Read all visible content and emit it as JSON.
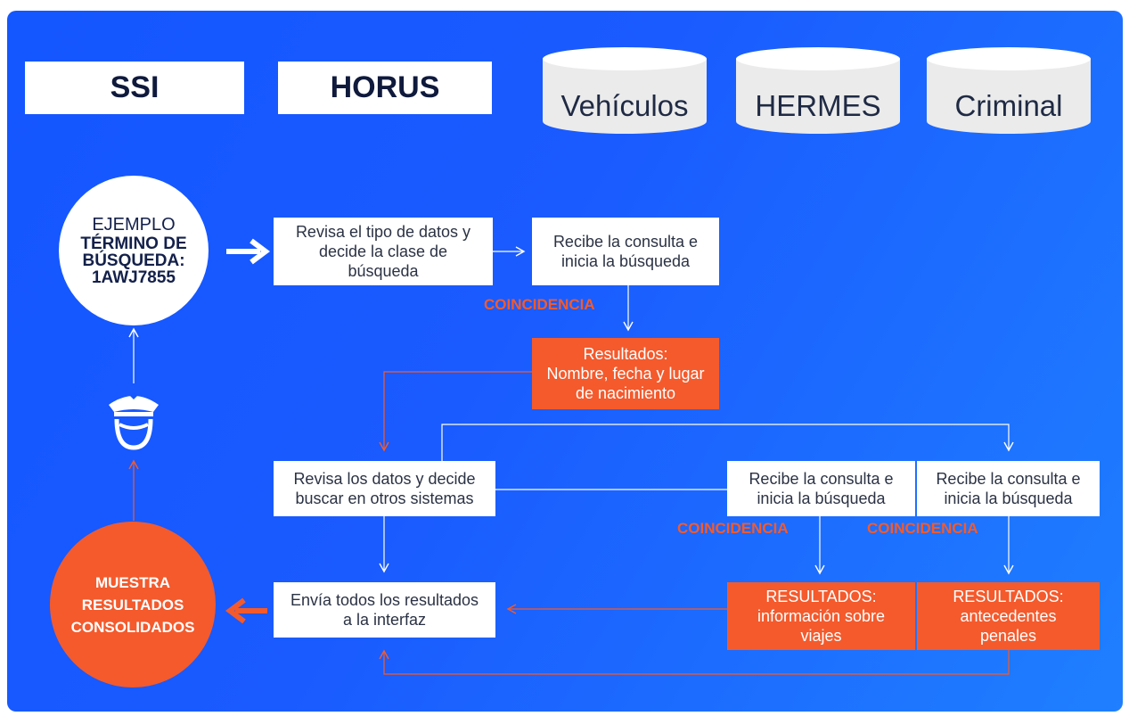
{
  "headers": {
    "ssi": "SSI",
    "horus": "HORUS"
  },
  "databases": [
    "Vehículos",
    "HERMES",
    "Criminal"
  ],
  "example": {
    "label": "EJEMPLO",
    "term_line1": "TÉRMINO DE",
    "term_line2": "BÚSQUEDA:",
    "term_value": "1AWJ7855"
  },
  "steps": {
    "ssi_review": "Revisa el tipo de datos y decide la clase de búsqueda",
    "vehiculos_receive": "Recibe la consulta e inicia la búsqueda",
    "vehiculos_match": "COINCIDENCIA",
    "vehiculos_result_line1": "Resultados:",
    "vehiculos_result_line2": "Nombre, fecha y lugar de nacimiento",
    "ssi_review2": "Revisa los datos y decide buscar en otros sistemas",
    "hermes_receive": "Recibe la consulta e inicia la búsqueda",
    "criminal_receive": "Recibe la consulta e inicia la búsqueda",
    "hermes_match": "COINCIDENCIA",
    "criminal_match": "COINCIDENCIA",
    "hermes_result_line1": "RESULTADOS:",
    "hermes_result_line2": "información sobre viajes",
    "criminal_result_line1": "RESULTADOS:",
    "criminal_result_line2": "antecedentes penales",
    "send_all": "Envía todos los resultados a la interfaz"
  },
  "final": {
    "line1": "MUESTRA",
    "line2": "RESULTADOS",
    "line3": "CONSOLIDADOS"
  },
  "colors": {
    "background": "#1456ff",
    "accent": "#f45a2c",
    "white": "#ffffff",
    "navy": "#13204a"
  },
  "icons": [
    "police-officer-icon"
  ]
}
